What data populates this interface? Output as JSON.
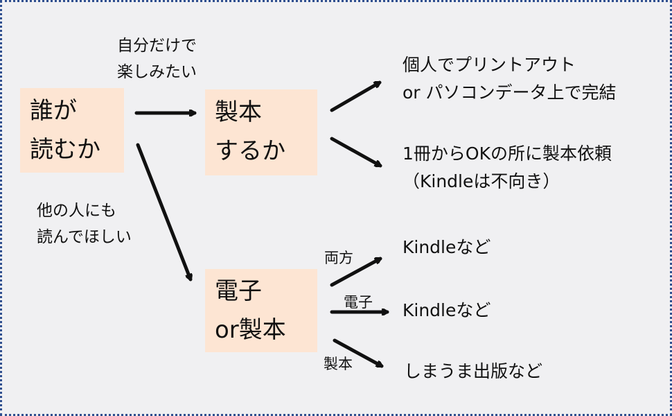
{
  "nodes": {
    "who_reads": [
      "誰が",
      "読むか"
    ],
    "bind": [
      "製本",
      "するか"
    ],
    "ebook": [
      "電子",
      "or製本"
    ]
  },
  "conditions": {
    "self_only": [
      "自分だけで",
      "楽しみたい"
    ],
    "others": [
      "他の人にも",
      "読んでほしい"
    ]
  },
  "outcomes": {
    "print_out": [
      "個人でプリントアウト",
      "or パソコンデータ上で完結"
    ],
    "order_binding": [
      "1冊からOKの所に製本依頼",
      "（Kindleは不向き）"
    ],
    "both": "Kindleなど",
    "ebook_only": "Kindleなど",
    "bind_only": "しまうま出版など"
  },
  "edge_labels": {
    "both": "両方",
    "ebook": "電子",
    "bind": "製本"
  },
  "colors": {
    "node_fill": "#fde5d3",
    "background": "#f0f0f2",
    "border": "#2f4f8f",
    "arrow": "#111111"
  }
}
